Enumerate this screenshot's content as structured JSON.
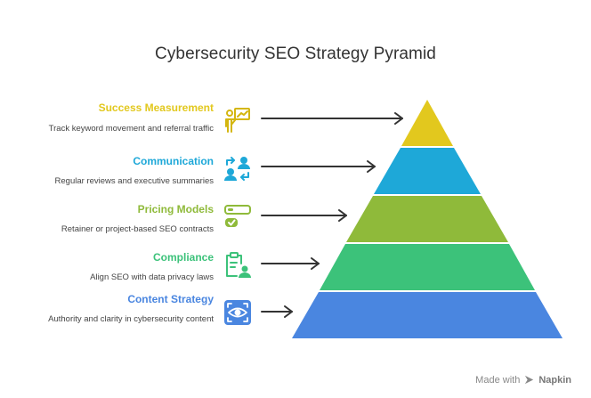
{
  "title": "Cybersecurity SEO Strategy Pyramid",
  "levels": [
    {
      "label": "Success Measurement",
      "description": "Track keyword movement and referral traffic",
      "color": "#e2c81e",
      "icon": "presentation-chart-icon"
    },
    {
      "label": "Communication",
      "description": "Regular reviews and executive summaries",
      "color": "#1ea8d8",
      "icon": "people-exchange-icon"
    },
    {
      "label": "Pricing Models",
      "description": "Retainer or project-based SEO contracts",
      "color": "#8fba3a",
      "icon": "toggle-options-icon"
    },
    {
      "label": "Compliance",
      "description": "Align SEO with data privacy laws",
      "color": "#3cc27a",
      "icon": "clipboard-user-icon"
    },
    {
      "label": "Content Strategy",
      "description": "Authority and clarity in cybersecurity content",
      "color": "#4a86e0",
      "icon": "eye-focus-icon"
    }
  ],
  "footer": {
    "made_with": "Made with",
    "brand": "Napkin"
  }
}
